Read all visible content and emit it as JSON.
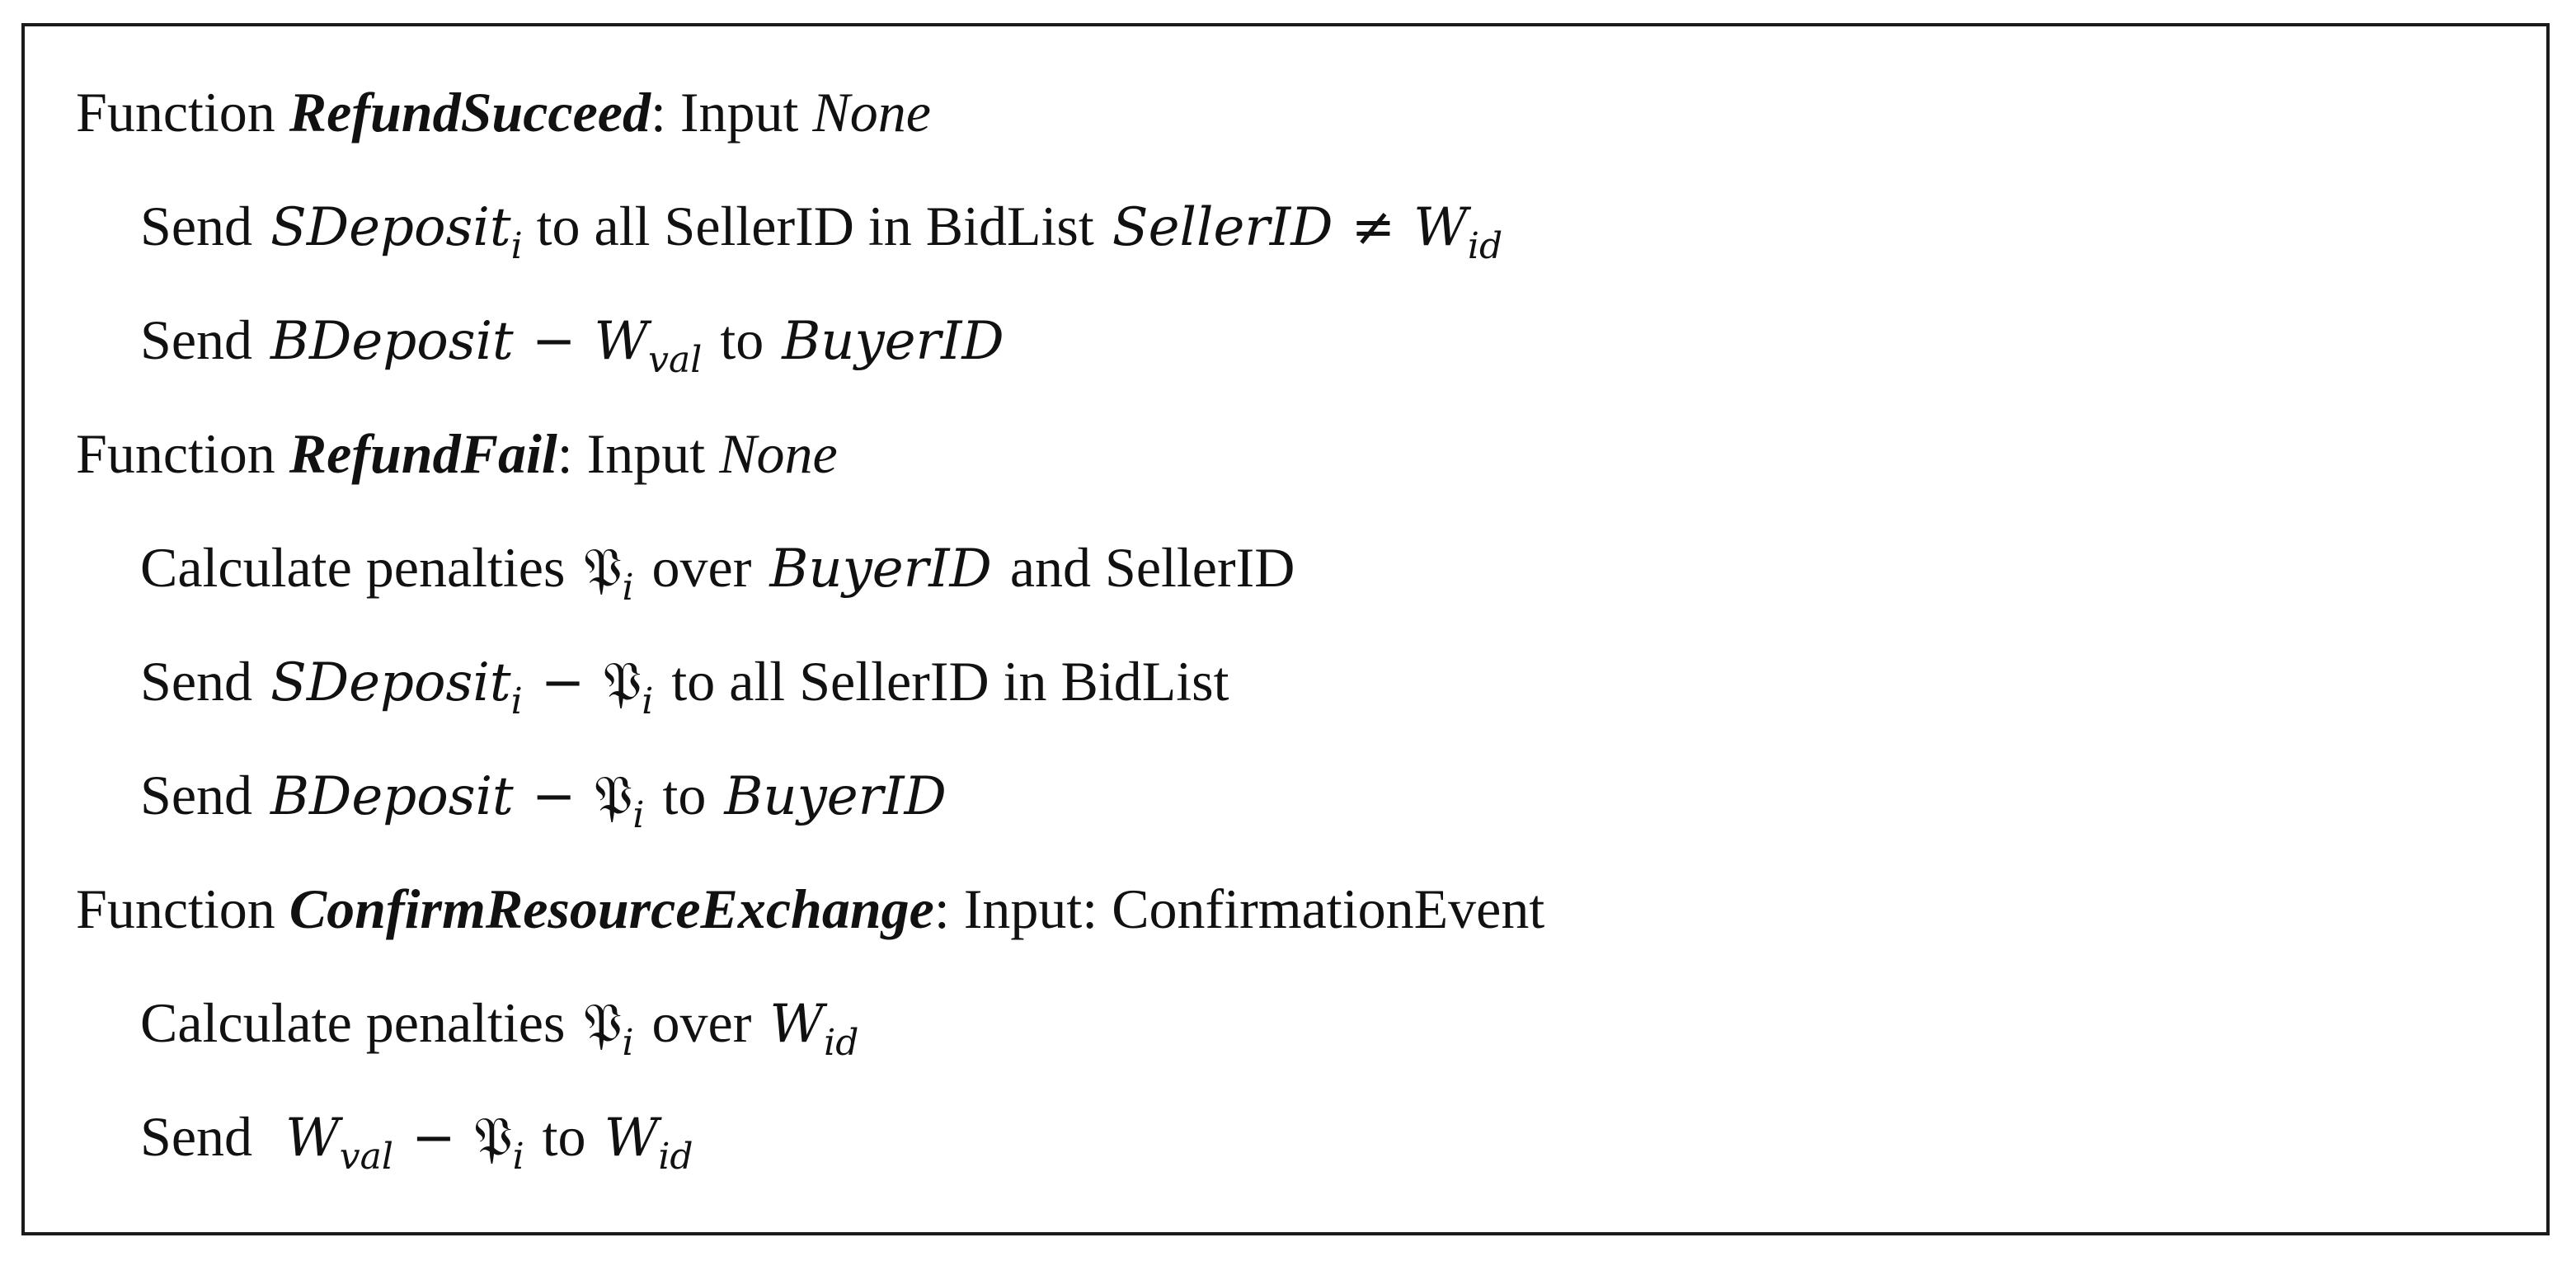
{
  "functions": [
    {
      "keyword": "Function",
      "name": "RefundSucceed",
      "input_label": ": Input",
      "input_value": "None",
      "steps": [
        {
          "send": "Send",
          "var": "SDeposit",
          "var_sub": "i",
          "to_all": "to all SellerID in BidList",
          "cond_var": "SellerID",
          "neq": "≠",
          "w": "W",
          "w_sub": "id"
        },
        {
          "send": "Send",
          "var": "BDeposit",
          "minus": "−",
          "w": "W",
          "w_sub": "val",
          "to": "to",
          "target": "BuyerID"
        }
      ]
    },
    {
      "keyword": "Function",
      "name": "RefundFail",
      "input_label": ": Input",
      "input_value": "None",
      "steps": [
        {
          "calc": "Calculate penalties",
          "pen": "𝔓",
          "pen_sub": "i",
          "over": "over",
          "target": "BuyerID",
          "tail": "and SellerID"
        },
        {
          "send": "Send",
          "var": "SDeposit",
          "var_sub": "i",
          "minus": "−",
          "pen": "𝔓",
          "pen_sub": "i",
          "tail": "to all SellerID in BidList"
        },
        {
          "send": "Send",
          "var": "BDeposit",
          "minus": "−",
          "pen": "𝔓",
          "pen_sub": "i",
          "to": "to",
          "target": "BuyerID"
        }
      ]
    },
    {
      "keyword": "Function",
      "name": "ConfirmResourceExchange",
      "input_label": ": Input: ConfirmationEvent",
      "steps": [
        {
          "calc": "Calculate penalties",
          "pen": "𝔓",
          "pen_sub": "i",
          "over": "over",
          "w": "W",
          "w_sub": "id"
        },
        {
          "send": "Send",
          "w": "W",
          "w_sub": "val",
          "minus": "−",
          "pen": "𝔓",
          "pen_sub": "i",
          "to": "to",
          "w2": "W",
          "w2_sub": "id"
        }
      ]
    }
  ]
}
